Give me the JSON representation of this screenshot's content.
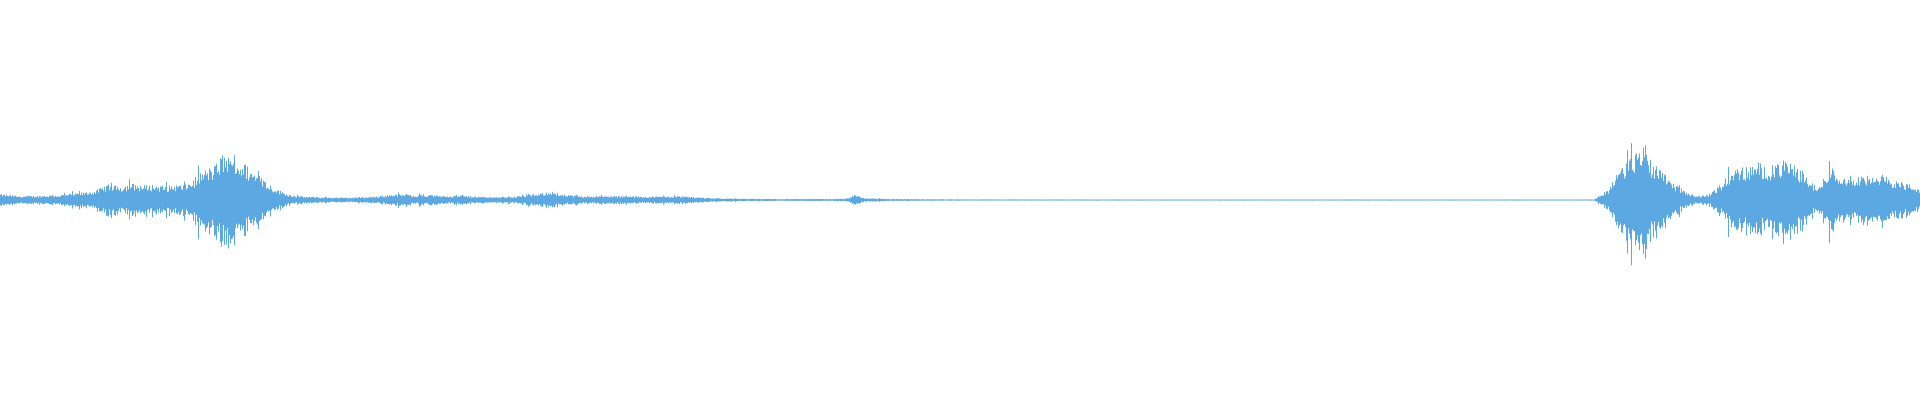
{
  "waveform": {
    "color": "#5ba8e2",
    "background": "#ffffff",
    "envelope": [
      [
        0.0,
        0.03
      ],
      [
        0.005,
        0.025
      ],
      [
        0.01,
        0.02
      ],
      [
        0.02,
        0.022
      ],
      [
        0.03,
        0.025
      ],
      [
        0.04,
        0.035
      ],
      [
        0.048,
        0.045
      ],
      [
        0.052,
        0.06
      ],
      [
        0.056,
        0.08
      ],
      [
        0.062,
        0.07
      ],
      [
        0.068,
        0.085
      ],
      [
        0.074,
        0.075
      ],
      [
        0.08,
        0.08
      ],
      [
        0.086,
        0.07
      ],
      [
        0.092,
        0.08
      ],
      [
        0.096,
        0.075
      ],
      [
        0.1,
        0.1
      ],
      [
        0.104,
        0.14
      ],
      [
        0.108,
        0.16
      ],
      [
        0.112,
        0.18
      ],
      [
        0.116,
        0.24
      ],
      [
        0.12,
        0.2
      ],
      [
        0.124,
        0.2
      ],
      [
        0.128,
        0.18
      ],
      [
        0.132,
        0.14
      ],
      [
        0.136,
        0.12
      ],
      [
        0.14,
        0.08
      ],
      [
        0.145,
        0.05
      ],
      [
        0.15,
        0.03
      ],
      [
        0.155,
        0.02
      ],
      [
        0.165,
        0.015
      ],
      [
        0.18,
        0.012
      ],
      [
        0.195,
        0.018
      ],
      [
        0.205,
        0.03
      ],
      [
        0.22,
        0.025
      ],
      [
        0.24,
        0.022
      ],
      [
        0.255,
        0.015
      ],
      [
        0.27,
        0.02
      ],
      [
        0.28,
        0.03
      ],
      [
        0.286,
        0.045
      ],
      [
        0.29,
        0.028
      ],
      [
        0.3,
        0.022
      ],
      [
        0.32,
        0.02
      ],
      [
        0.34,
        0.018
      ],
      [
        0.355,
        0.02
      ],
      [
        0.37,
        0.01
      ],
      [
        0.39,
        0.006
      ],
      [
        0.42,
        0.005
      ],
      [
        0.44,
        0.006
      ],
      [
        0.445,
        0.025
      ],
      [
        0.45,
        0.01
      ],
      [
        0.46,
        0.006
      ],
      [
        0.48,
        0.004
      ],
      [
        0.52,
        0.003
      ],
      [
        0.56,
        0.003
      ],
      [
        0.6,
        0.002
      ],
      [
        0.64,
        0.002
      ],
      [
        0.68,
        0.002
      ],
      [
        0.72,
        0.002
      ],
      [
        0.76,
        0.002
      ],
      [
        0.8,
        0.002
      ],
      [
        0.83,
        0.003
      ],
      [
        0.838,
        0.06
      ],
      [
        0.842,
        0.15
      ],
      [
        0.848,
        0.2
      ],
      [
        0.852,
        0.25
      ],
      [
        0.856,
        0.3
      ],
      [
        0.86,
        0.2
      ],
      [
        0.866,
        0.16
      ],
      [
        0.872,
        0.08
      ],
      [
        0.878,
        0.04
      ],
      [
        0.884,
        0.02
      ],
      [
        0.89,
        0.03
      ],
      [
        0.896,
        0.08
      ],
      [
        0.9,
        0.13
      ],
      [
        0.904,
        0.16
      ],
      [
        0.91,
        0.17
      ],
      [
        0.916,
        0.19
      ],
      [
        0.922,
        0.17
      ],
      [
        0.928,
        0.2
      ],
      [
        0.934,
        0.18
      ],
      [
        0.94,
        0.14
      ],
      [
        0.944,
        0.08
      ],
      [
        0.948,
        0.07
      ],
      [
        0.952,
        0.17
      ],
      [
        0.958,
        0.14
      ],
      [
        0.964,
        0.12
      ],
      [
        0.97,
        0.13
      ],
      [
        0.976,
        0.11
      ],
      [
        0.982,
        0.12
      ],
      [
        0.988,
        0.1
      ],
      [
        0.994,
        0.08
      ],
      [
        1.0,
        0.06
      ]
    ]
  }
}
